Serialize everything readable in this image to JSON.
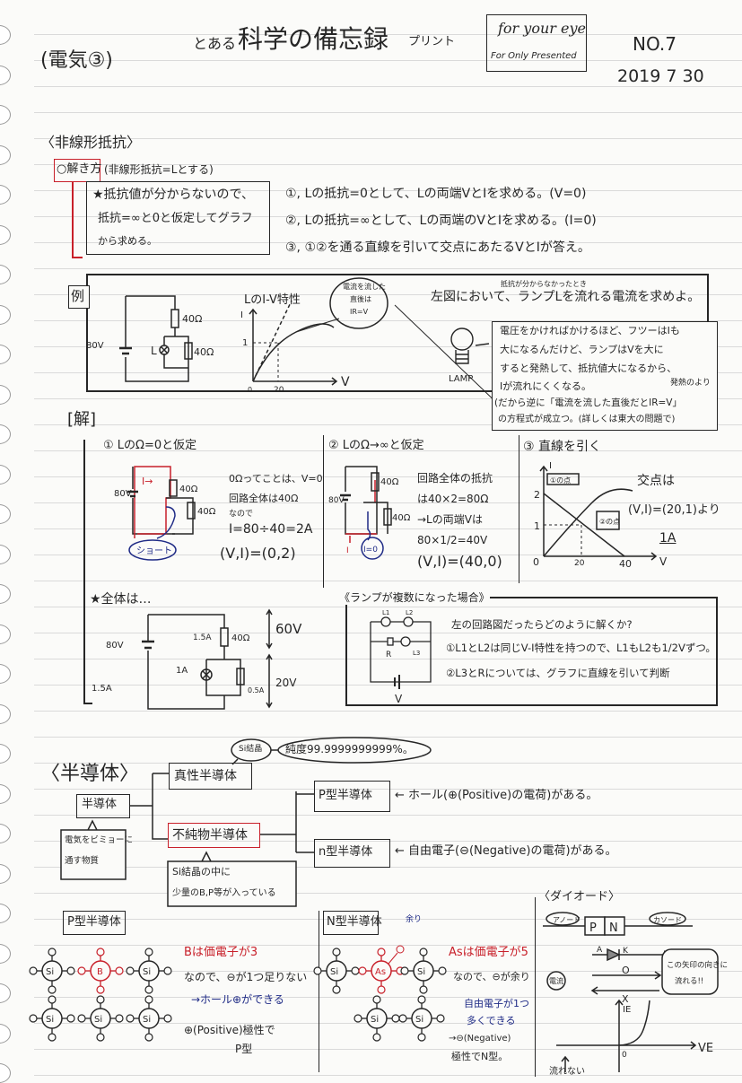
{
  "header": {
    "subject": "(電気③)",
    "title_pre": "とある",
    "title_main": "科学の備忘録",
    "title_post": "プリント",
    "stamp_line1": "for your eye",
    "stamp_line2": "For Only Presented",
    "number": "NO.7",
    "date": "2019 7 30"
  },
  "nonlinear": {
    "heading": "〈非線形抵抗〉",
    "method_label": "○解き方",
    "method_note": "(非線形抵抗=Lとする)",
    "star_box": [
      "★抵抗値が分からないので、",
      "抵抗=∞と0と仮定してグラフ",
      "から求める。"
    ],
    "steps": [
      "①, Lの抵抗=0として、Lの両端VとIを求める。(V=0)",
      "②, Lの抵抗=∞として、Lの両端のVとIを求める。(I=0)",
      "③, ①②を通る直線を引いて交点にあたるVとIが答え。"
    ]
  },
  "example": {
    "label": "例",
    "battery": "80V",
    "r1": "40Ω",
    "r2": "40Ω",
    "lamp": "L",
    "graph_title": "LのI-V特性",
    "axis_i": "I",
    "axis_v": "V",
    "tick_1": "1",
    "tick_20": "20",
    "origin": "0",
    "bubble": [
      "電流を流した",
      "直後は",
      "IR=V"
    ],
    "question_note": "抵抗が分からなかったとき",
    "question": "左図において、ランプLを流れる電流を求めよ。",
    "lamp_label": "LAMP",
    "note": [
      "電圧をかければかけるほど、フツーはIも",
      "大になるんだけど、ランプはVを大に",
      "すると発熱して、抵抗値大になるから、",
      "Iが流れにくくなる。",
      "(だから逆に「電流を流した直後だとIR=V」",
      "の方程式が成立つ。(詳しくは東大の問題で)"
    ],
    "note_extra": "発熱のより"
  },
  "solution": {
    "label": "[解]",
    "s1": {
      "title": "① LのΩ=0と仮定",
      "battery": "80V",
      "current": "I→",
      "r1": "40Ω",
      "r2": "40Ω",
      "short": "ショート",
      "lines": [
        "0Ωってことは、V=0",
        "回路全体は40Ω",
        "なので",
        "I=80÷40=2A",
        "(V,I)=(0,2)"
      ]
    },
    "s2": {
      "title": "② LのΩ→∞と仮定",
      "battery": "80V",
      "r1": "40Ω",
      "r2": "40Ω",
      "current": "I",
      "zero": "I=0",
      "lines": [
        "回路全体の抵抗",
        "は40×2=80Ω",
        "→Lの両端Vは",
        "80×1/2=40V",
        "(V,I)=(40,0)"
      ]
    },
    "s3": {
      "title": "③ 直線を引く",
      "axis_i": "I",
      "axis_v": "V",
      "t2": "2",
      "t1": "1",
      "t0": "0",
      "t20": "20",
      "t40": "40",
      "p1": "①の点",
      "p2": "②の点",
      "lines": [
        "交点は",
        "(V,I)=(20,1)より",
        "1A"
      ]
    },
    "whole": {
      "title": "★全体は…",
      "battery": "80V",
      "i_total": "1.5A",
      "i_r": "1.5A",
      "r": "40Ω",
      "v_top": "60V",
      "i_lamp": "1A",
      "i_r2": "0.5A",
      "v_bot": "20V"
    },
    "multi": {
      "title": "《ランプが複数になった場合》",
      "l1": "L1",
      "l2": "L2",
      "l3": "L3",
      "r": "R",
      "v": "V",
      "lines": [
        "左の回路図だったらどのように解くか?",
        "①L1とL2は同じV-I特性を持つので、L1もL2も1/2Vずつ。",
        "②L3とRについては、グラフに直線を引いて判断"
      ]
    }
  },
  "semi": {
    "heading": "〈半導体〉",
    "root": "半導体",
    "intrinsic": "真性半導体",
    "impurity": "不純物半導体",
    "p_type": "P型半導体",
    "n_type": "n型半導体",
    "si_bubble": "Si結晶",
    "purity": "純度99.9999999999%。",
    "root_note": [
      "電気をビミョーに",
      "通す物質"
    ],
    "impurity_note": [
      "Si結晶の中に",
      "少量のB,P等が入っている"
    ],
    "p_desc": "← ホール(⊕(Positive)の電荷)がある。",
    "n_desc": "← 自由電子(⊖(Negative)の電荷)がある。"
  },
  "ptype": {
    "title": "P型半導体",
    "atom": "B",
    "si": "Si",
    "lines": [
      "Bは価電子が3",
      "なので、⊖が1つ足りない",
      "→ホール⊕ができる",
      "⊕(Positive)極性で",
      "P型"
    ]
  },
  "ntype": {
    "title": "N型半導体",
    "atom": "As",
    "si": "Si",
    "extra": "余り",
    "lines": [
      "Asは価電子が5",
      "なので、⊖が余り",
      "自由電子が1つ",
      "多くできる",
      "→⊖(Negative)",
      "極性でN型。"
    ]
  },
  "diode": {
    "heading": "〈ダイオード〉",
    "anode": "アノード",
    "p": "P",
    "n": "N",
    "cathode": "カソード",
    "a": "A",
    "k": "K",
    "current": "電流",
    "ok": "O",
    "ng": "X",
    "note": [
      "この矢印の向きに",
      "流れる!!"
    ],
    "axis_i": "IE",
    "axis_v": "VE",
    "origin": "0",
    "no_flow": "流れない"
  },
  "colors": {
    "ink": "#262626",
    "red": "#c8202a",
    "blue": "#1f2b86"
  }
}
